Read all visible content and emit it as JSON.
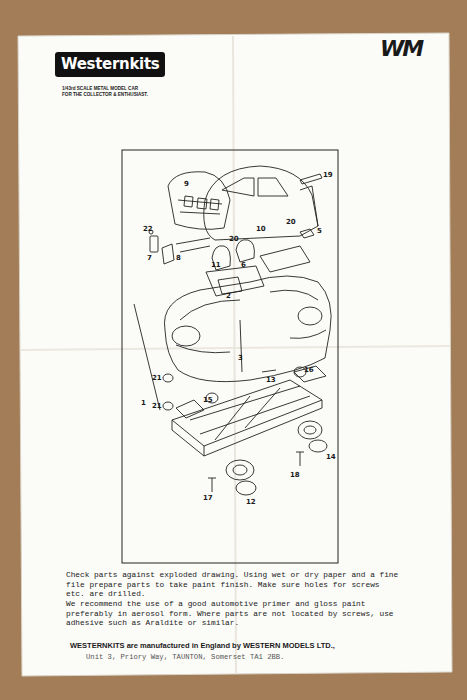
{
  "diagram": {
    "nodes": [
      {
        "text": [
          "Westernkits"
        ]
      }
    ],
    "edges": [],
    "labels": [
      "1/43rd SCALE METAL MODEL CAR",
      "FOR THE COLLECTOR & ENTHUSIAST.",
      "WM",
      "9",
      "19",
      "22",
      "7",
      "8",
      "20",
      "10",
      "20",
      "5",
      "11",
      "6",
      "2",
      "1",
      "3",
      "21",
      "21",
      "13",
      "16",
      "15",
      "18",
      "14",
      "17",
      "12",
      "Check parts against exploded drawing. Using wet or dry paper and a fine file prepare parts to take paint finish. Make sure holes for screws etc. are drilled.",
      "We recommend the use of a good automotive primer and gloss paint preferably in aerosol form. Where parts are not located by screws, use adhesive such as Araldite or similar.",
      "WESTERNKITS are manufactured in England by WESTERN MODELS LTD.,",
      "Unit 3, Priory Way, TAUNTON, Somerset TA1 2BB."
    ]
  }
}
